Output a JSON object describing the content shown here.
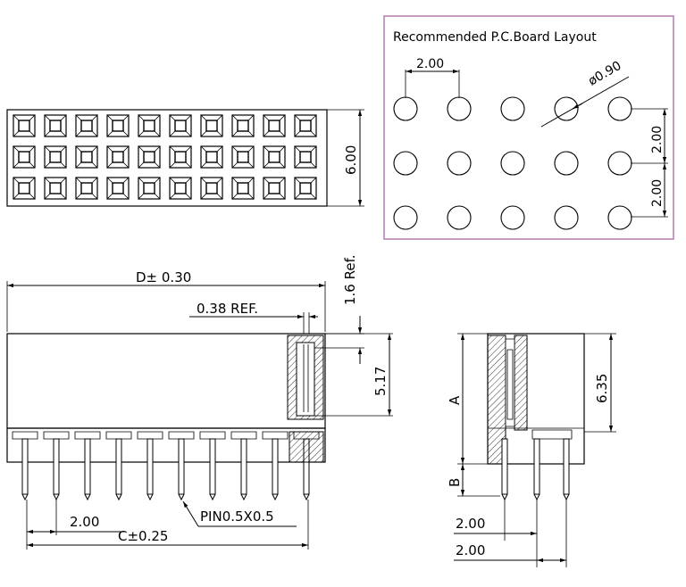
{
  "pcb_layout": {
    "title": "Recommended P.C.Board Layout",
    "pitch_label": "2.00",
    "hole_label": "ø0.90",
    "row_pitch_1": "2.00",
    "row_pitch_2": "2.00",
    "rows": 3,
    "columns": 5,
    "border_color": "#b07fb0"
  },
  "top_view": {
    "height_label": "6.00",
    "rows": 3,
    "columns": 10
  },
  "front_view": {
    "length_label": "D± 0.30",
    "ref_height_label": "1.6 Ref.",
    "ref_gap_label": "0.38 REF.",
    "contact_depth_label": "5.17",
    "pitch_label": "2.00",
    "pin_label": "PIN0.5X0.5",
    "span_label": "C±0.25",
    "pin_count": 10
  },
  "side_view": {
    "body_height_label": "6.35",
    "a_label": "A",
    "b_label": "B",
    "pitch_label_1": "2.00",
    "pitch_label_2": "2.00"
  }
}
